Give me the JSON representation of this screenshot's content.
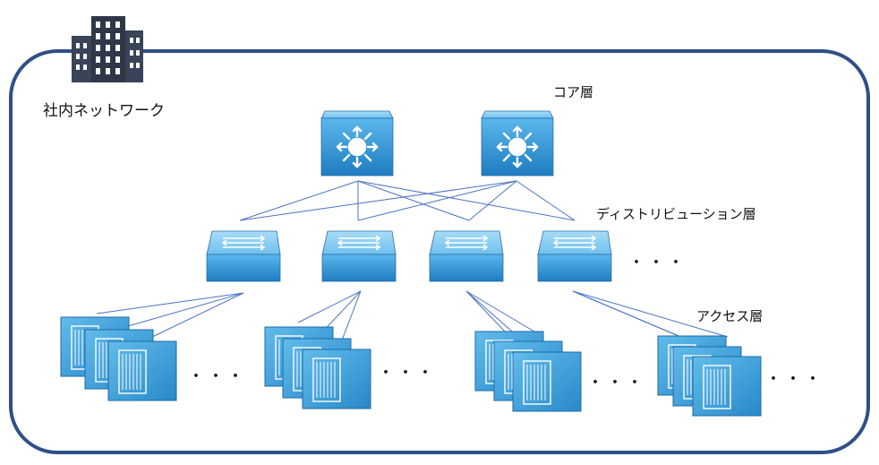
{
  "labels": {
    "network": "社内ネットワーク",
    "core": "コア層",
    "distribution": "ディストリビューション層",
    "access": "アクセス層"
  },
  "ellipsis": "・・・",
  "colors": {
    "frame": "#2f4f86",
    "link": "#4a72c4",
    "device_light": "#7ccaf2",
    "device_mid": "#3ba4e0",
    "device_dark": "#1f78b8",
    "building": "#3a4458"
  }
}
